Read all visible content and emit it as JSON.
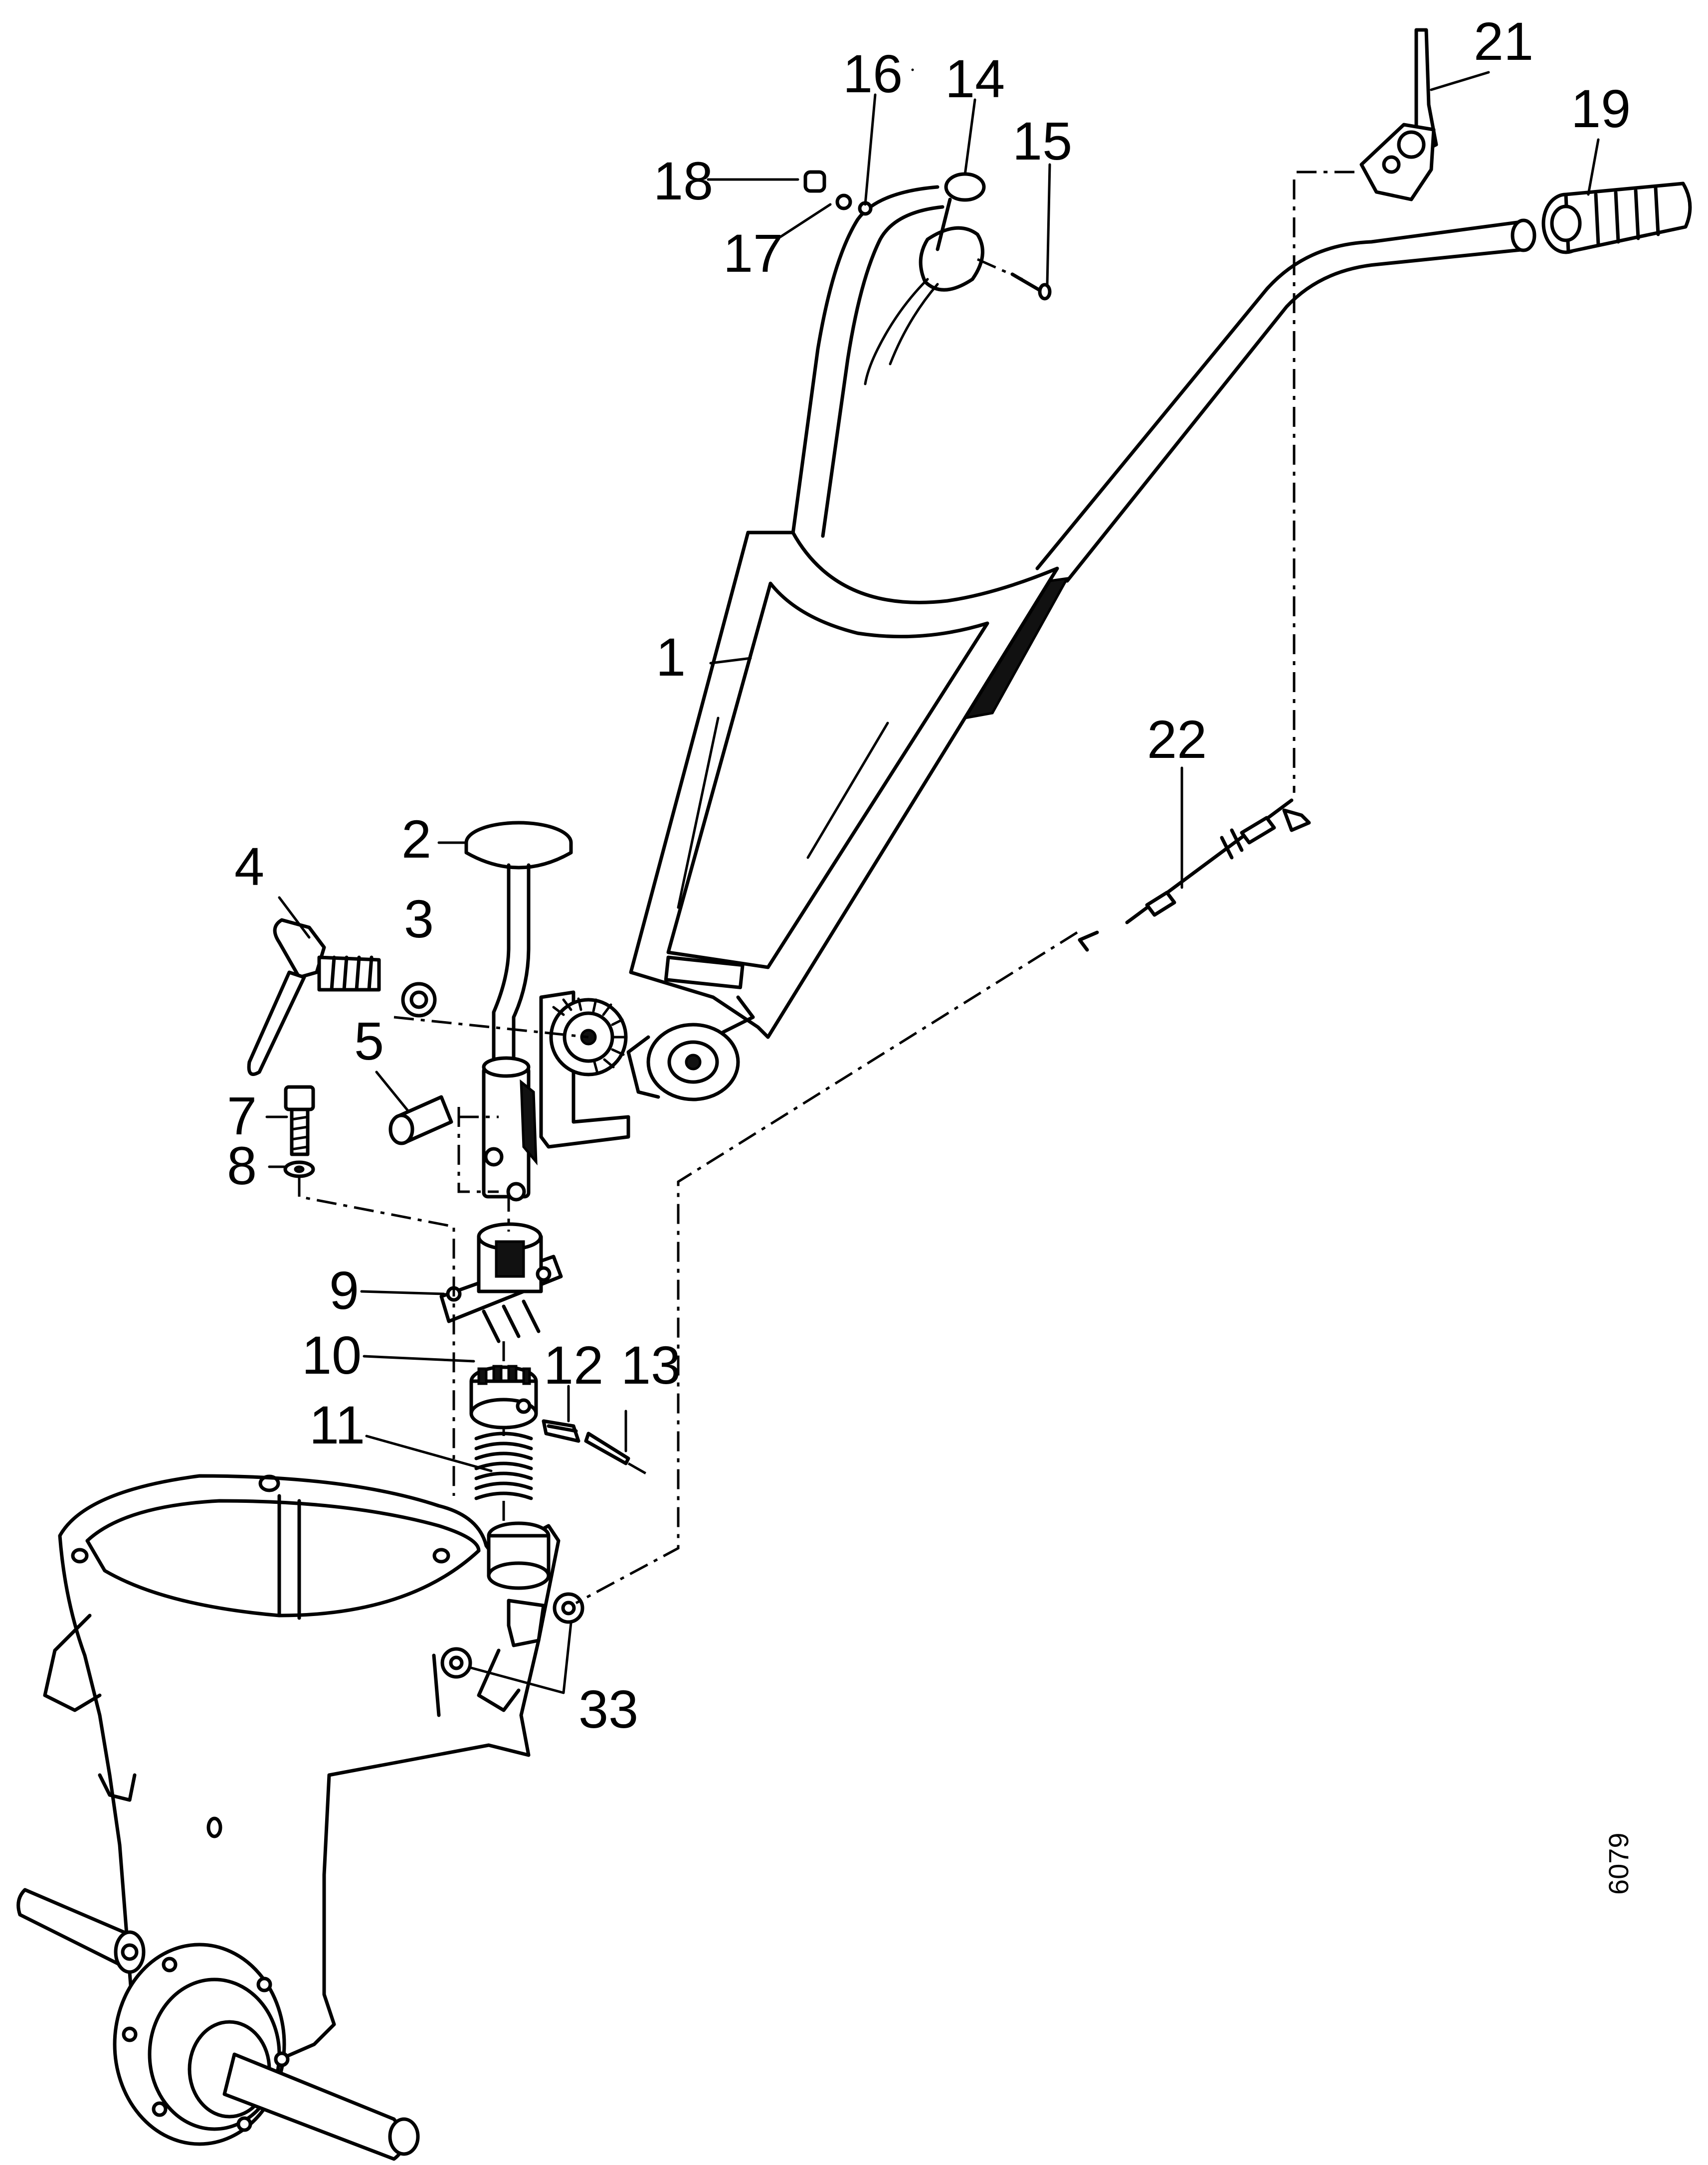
{
  "figure": {
    "drawing_number": "6079",
    "callouts": [
      {
        "id": "c1",
        "text": "1"
      },
      {
        "id": "c2",
        "text": "2"
      },
      {
        "id": "c3",
        "text": "3"
      },
      {
        "id": "c4",
        "text": "4"
      },
      {
        "id": "c5",
        "text": "5"
      },
      {
        "id": "c7",
        "text": "7"
      },
      {
        "id": "c8",
        "text": "8"
      },
      {
        "id": "c9",
        "text": "9"
      },
      {
        "id": "c10",
        "text": "10"
      },
      {
        "id": "c11",
        "text": "11"
      },
      {
        "id": "c12",
        "text": "12"
      },
      {
        "id": "c13",
        "text": "13"
      },
      {
        "id": "c14",
        "text": "14"
      },
      {
        "id": "c15",
        "text": "15"
      },
      {
        "id": "c16",
        "text": "16"
      },
      {
        "id": "c17",
        "text": "17"
      },
      {
        "id": "c18",
        "text": "18"
      },
      {
        "id": "c19",
        "text": "19"
      },
      {
        "id": "c21",
        "text": "21"
      },
      {
        "id": "c22",
        "text": "22"
      },
      {
        "id": "c33",
        "text": "33"
      }
    ]
  }
}
